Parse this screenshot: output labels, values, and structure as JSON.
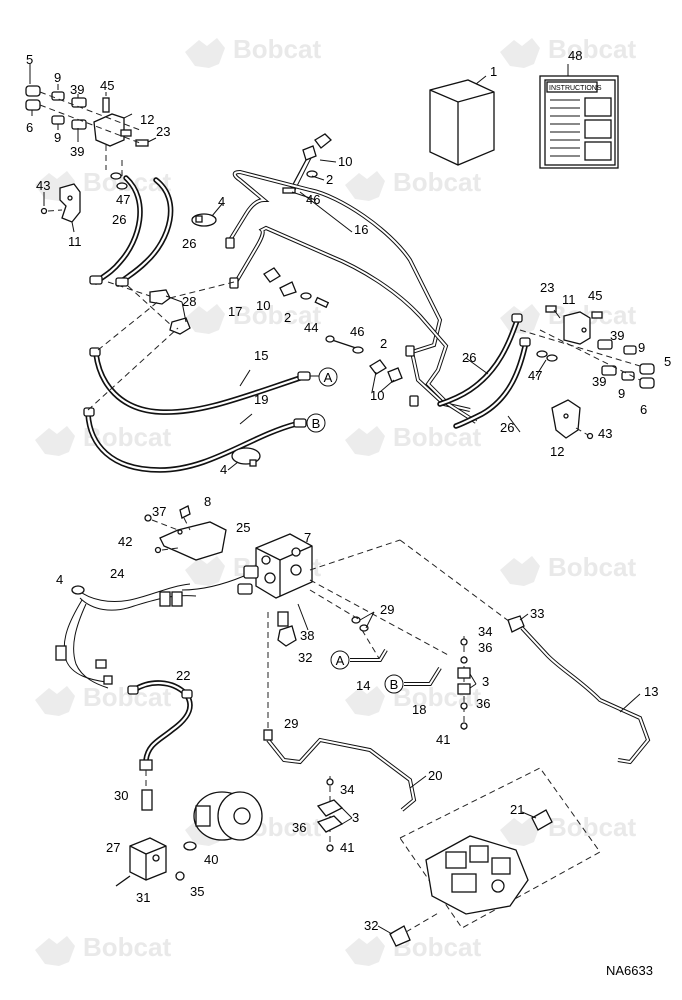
{
  "diagram": {
    "drawing_code": "NA6633",
    "watermark_text": "Bobcat",
    "instructions_label": "INSTRUCTIONS",
    "connector_letters": [
      "A",
      "B"
    ],
    "part_labels": [
      {
        "id": "p1",
        "text": "1"
      },
      {
        "id": "p48",
        "text": "48"
      },
      {
        "id": "p5a",
        "text": "5"
      },
      {
        "id": "p6a",
        "text": "6"
      },
      {
        "id": "p9a",
        "text": "9"
      },
      {
        "id": "p9b",
        "text": "9"
      },
      {
        "id": "p39a",
        "text": "39"
      },
      {
        "id": "p39b",
        "text": "39"
      },
      {
        "id": "p45a",
        "text": "45"
      },
      {
        "id": "p12a",
        "text": "12"
      },
      {
        "id": "p23a",
        "text": "23"
      },
      {
        "id": "p47a",
        "text": "47"
      },
      {
        "id": "p43a",
        "text": "43"
      },
      {
        "id": "p11a",
        "text": "11"
      },
      {
        "id": "p26a",
        "text": "26"
      },
      {
        "id": "p26b",
        "text": "26"
      },
      {
        "id": "p4a",
        "text": "4"
      },
      {
        "id": "p10a",
        "text": "10"
      },
      {
        "id": "p2a",
        "text": "2"
      },
      {
        "id": "p46a",
        "text": "46"
      },
      {
        "id": "p16",
        "text": "16"
      },
      {
        "id": "p28",
        "text": "28"
      },
      {
        "id": "p10b",
        "text": "10"
      },
      {
        "id": "p17",
        "text": "17"
      },
      {
        "id": "p2b",
        "text": "2"
      },
      {
        "id": "p44",
        "text": "44"
      },
      {
        "id": "p46b",
        "text": "46"
      },
      {
        "id": "p2c",
        "text": "2"
      },
      {
        "id": "p10c",
        "text": "10"
      },
      {
        "id": "p15",
        "text": "15"
      },
      {
        "id": "p19",
        "text": "19"
      },
      {
        "id": "p4b",
        "text": "4"
      },
      {
        "id": "p23b",
        "text": "23"
      },
      {
        "id": "p11b",
        "text": "11"
      },
      {
        "id": "p45b",
        "text": "45"
      },
      {
        "id": "p39c",
        "text": "39"
      },
      {
        "id": "p39d",
        "text": "39"
      },
      {
        "id": "p9c",
        "text": "9"
      },
      {
        "id": "p9d",
        "text": "9"
      },
      {
        "id": "p5b",
        "text": "5"
      },
      {
        "id": "p6b",
        "text": "6"
      },
      {
        "id": "p26c",
        "text": "26"
      },
      {
        "id": "p26d",
        "text": "26"
      },
      {
        "id": "p47b",
        "text": "47"
      },
      {
        "id": "p12b",
        "text": "12"
      },
      {
        "id": "p43b",
        "text": "43"
      },
      {
        "id": "p8",
        "text": "8"
      },
      {
        "id": "p37",
        "text": "37"
      },
      {
        "id": "p25",
        "text": "25"
      },
      {
        "id": "p42",
        "text": "42"
      },
      {
        "id": "p7",
        "text": "7"
      },
      {
        "id": "p4c",
        "text": "4"
      },
      {
        "id": "p24",
        "text": "24"
      },
      {
        "id": "p29a",
        "text": "29"
      },
      {
        "id": "p33",
        "text": "33"
      },
      {
        "id": "p38",
        "text": "38"
      },
      {
        "id": "p34a",
        "text": "34"
      },
      {
        "id": "p36a",
        "text": "36"
      },
      {
        "id": "p32a",
        "text": "32"
      },
      {
        "id": "p14",
        "text": "14"
      },
      {
        "id": "p3a",
        "text": "3"
      },
      {
        "id": "p36b",
        "text": "36"
      },
      {
        "id": "p18",
        "text": "18"
      },
      {
        "id": "p22",
        "text": "22"
      },
      {
        "id": "p13",
        "text": "13"
      },
      {
        "id": "p41a",
        "text": "41"
      },
      {
        "id": "p29b",
        "text": "29"
      },
      {
        "id": "p20",
        "text": "20"
      },
      {
        "id": "p34b",
        "text": "34"
      },
      {
        "id": "p30",
        "text": "30"
      },
      {
        "id": "p3b",
        "text": "3"
      },
      {
        "id": "p36c",
        "text": "36"
      },
      {
        "id": "p21",
        "text": "21"
      },
      {
        "id": "p41b",
        "text": "41"
      },
      {
        "id": "p27",
        "text": "27"
      },
      {
        "id": "p40",
        "text": "40"
      },
      {
        "id": "p31",
        "text": "31"
      },
      {
        "id": "p35",
        "text": "35"
      },
      {
        "id": "p32b",
        "text": "32"
      }
    ]
  }
}
